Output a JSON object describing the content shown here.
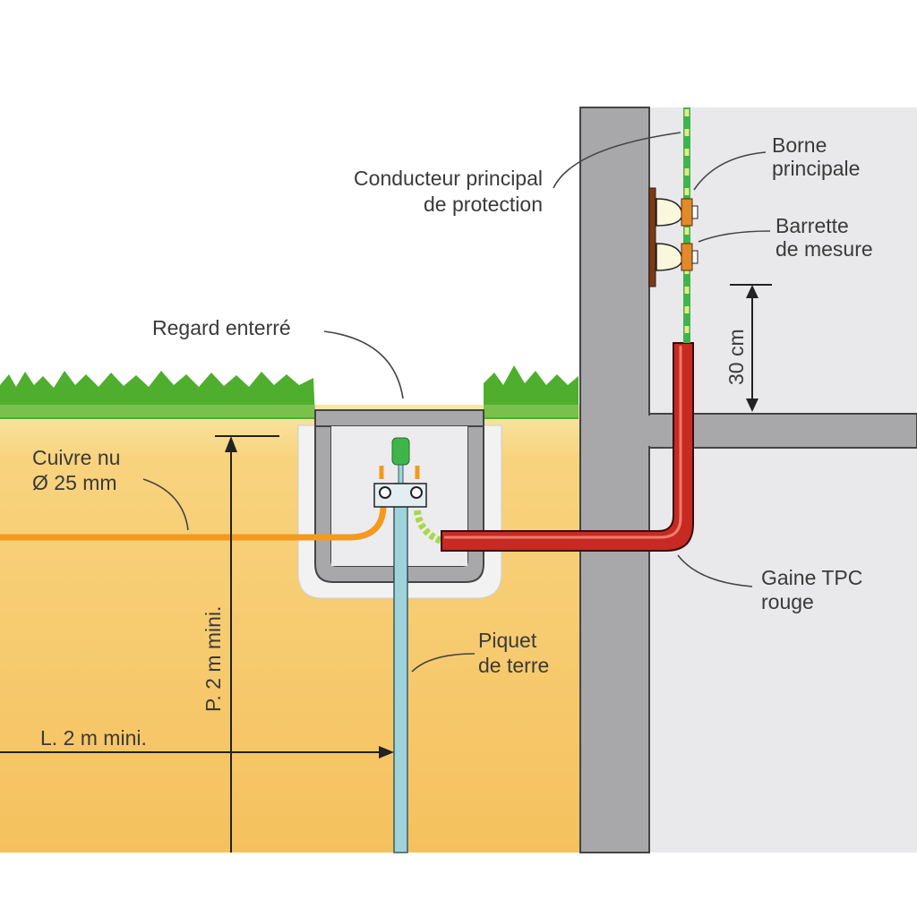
{
  "labels": {
    "conducteur_line1": "Conducteur principal",
    "conducteur_line2": "de protection",
    "borne_line1": "Borne",
    "borne_line2": "principale",
    "barrette_line1": "Barrette",
    "barrette_line2": "de mesure",
    "regard": "Regard enterré",
    "cuivre_line1": "Cuivre nu",
    "cuivre_line2": "Ø 25 mm",
    "gaine_line1": "Gaine TPC",
    "gaine_line2": "rouge",
    "piquet_line1": "Piquet",
    "piquet_line2": "de terre",
    "depth": "P. 2 m mini.",
    "length": "L. 2 m mini.",
    "height": "30 cm"
  },
  "colors": {
    "soil": "#f6c561",
    "grass": "#4fae2e",
    "wall": "#a8a8aa",
    "room": "#e9e9eb",
    "copper": "#f39a1e",
    "sheath": "#c62a22",
    "rod": "#9fd3dc",
    "conductor": "#3fb44a"
  }
}
